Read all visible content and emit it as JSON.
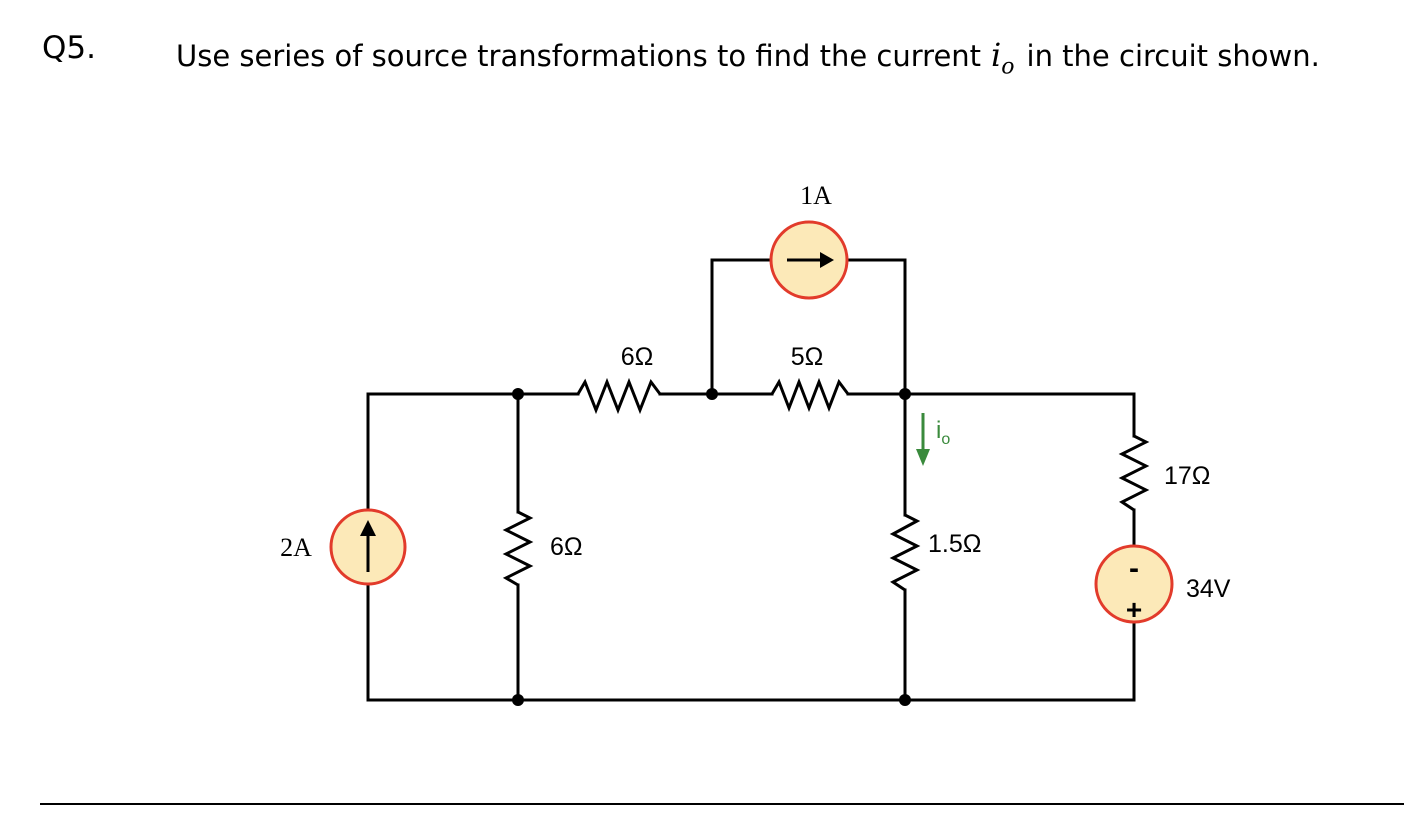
{
  "question": {
    "number": "Q5.",
    "text_before": "Use series of source transformations to find the current",
    "variable": "i",
    "variable_sub": "o",
    "text_after": "in the circuit shown."
  },
  "circuit": {
    "left_source_label": "2A",
    "top_source_label": "1A",
    "r_shunt_left_label": "6Ω",
    "r_series_left_label": "6Ω",
    "r_series_mid_label": "5Ω",
    "r_load_label": "1.5Ω",
    "r_right_label": "17Ω",
    "voltage_source_label": "34V",
    "voltage_minus": "-",
    "voltage_plus": "+",
    "current_arrow_label": "i",
    "current_arrow_sub": "o",
    "colors": {
      "wire": "#000000",
      "source_fill": "#fce9b8",
      "source_stroke": "#e23b2b",
      "current_arrow": "#3a8a3c"
    }
  }
}
